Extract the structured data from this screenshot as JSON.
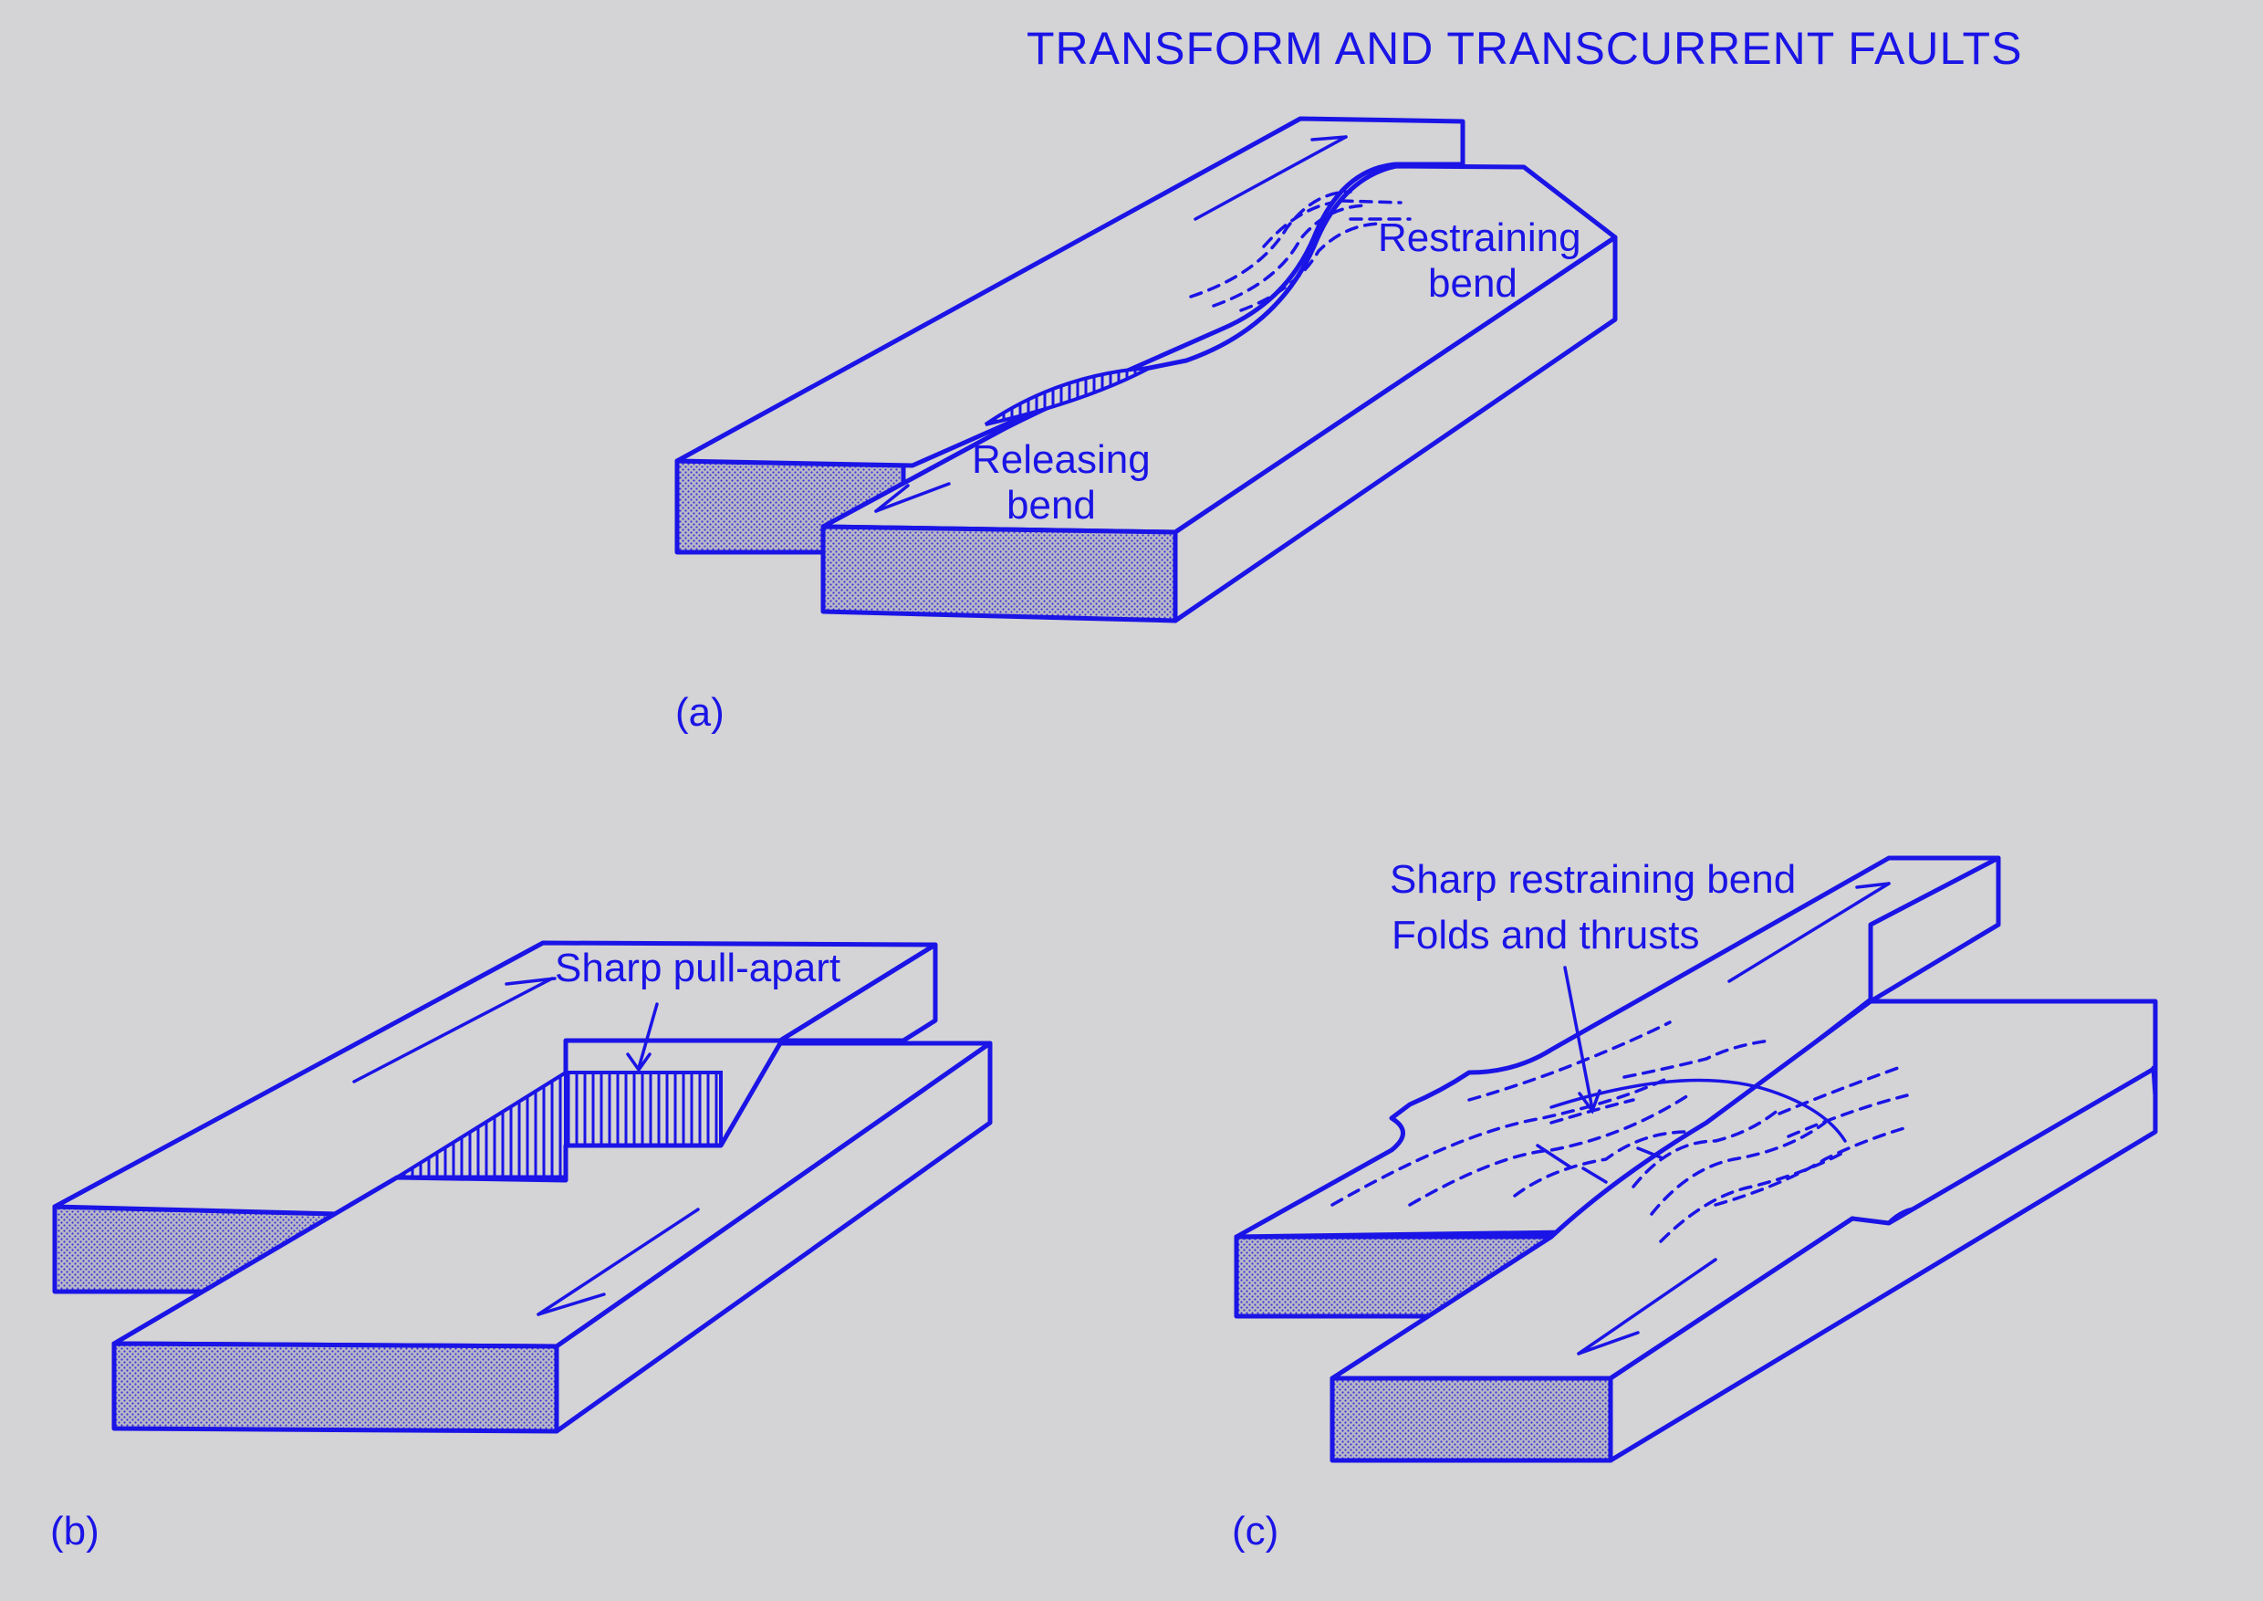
{
  "title": "TRANSFORM AND TRANSCURRENT FAULTS",
  "panels": {
    "a": {
      "id": "(a)",
      "labels": {
        "restraining_line1": "Restraining",
        "restraining_line2": "bend",
        "releasing_line1": "Releasing",
        "releasing_line2": "bend"
      }
    },
    "b": {
      "id": "(b)",
      "labels": {
        "pull_apart": "Sharp pull-apart"
      }
    },
    "c": {
      "id": "(c)",
      "labels": {
        "line1": "Sharp restraining bend",
        "line2": "Folds and thrusts"
      }
    }
  },
  "colors": {
    "ink": "#1a14e6",
    "background": "#d4d3d5"
  }
}
